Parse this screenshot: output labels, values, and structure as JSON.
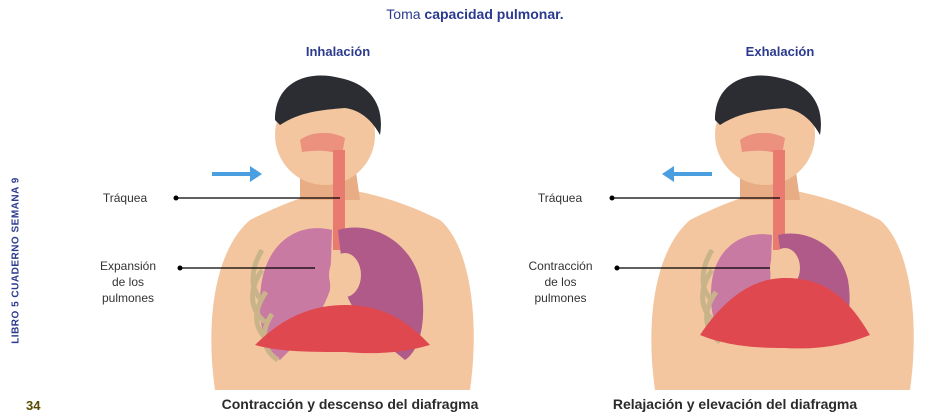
{
  "heading": {
    "prefix": "Toma",
    "bold": "capacidad pulmonar."
  },
  "panels": [
    {
      "title": "Inhalación",
      "label_trachea": "Tráquea",
      "label_lungs": [
        "Expansión",
        "de los",
        "pulmones"
      ],
      "caption": "Contracción y descenso del diafragma"
    },
    {
      "title": "Exhalación",
      "label_trachea": "Tráquea",
      "label_lungs": [
        "Contracción",
        "de los",
        "pulmones"
      ],
      "caption": "Relajación y elevación del diafragma"
    }
  ],
  "spine_text": "LIBRO 5 CUADERNO SEMANA 9",
  "page_number": "34",
  "colors": {
    "skin": "#f3c6a0",
    "skin_shade": "#e8ad85",
    "hair": "#2b2d33",
    "lung": "#b05a8a",
    "lung_light": "#c97aa3",
    "diaphragm": "#e0484f",
    "trachea": "#e87a6f",
    "rib": "#c9b48a",
    "airflow": "#4a9fe0",
    "title": "#2b3a8f"
  }
}
